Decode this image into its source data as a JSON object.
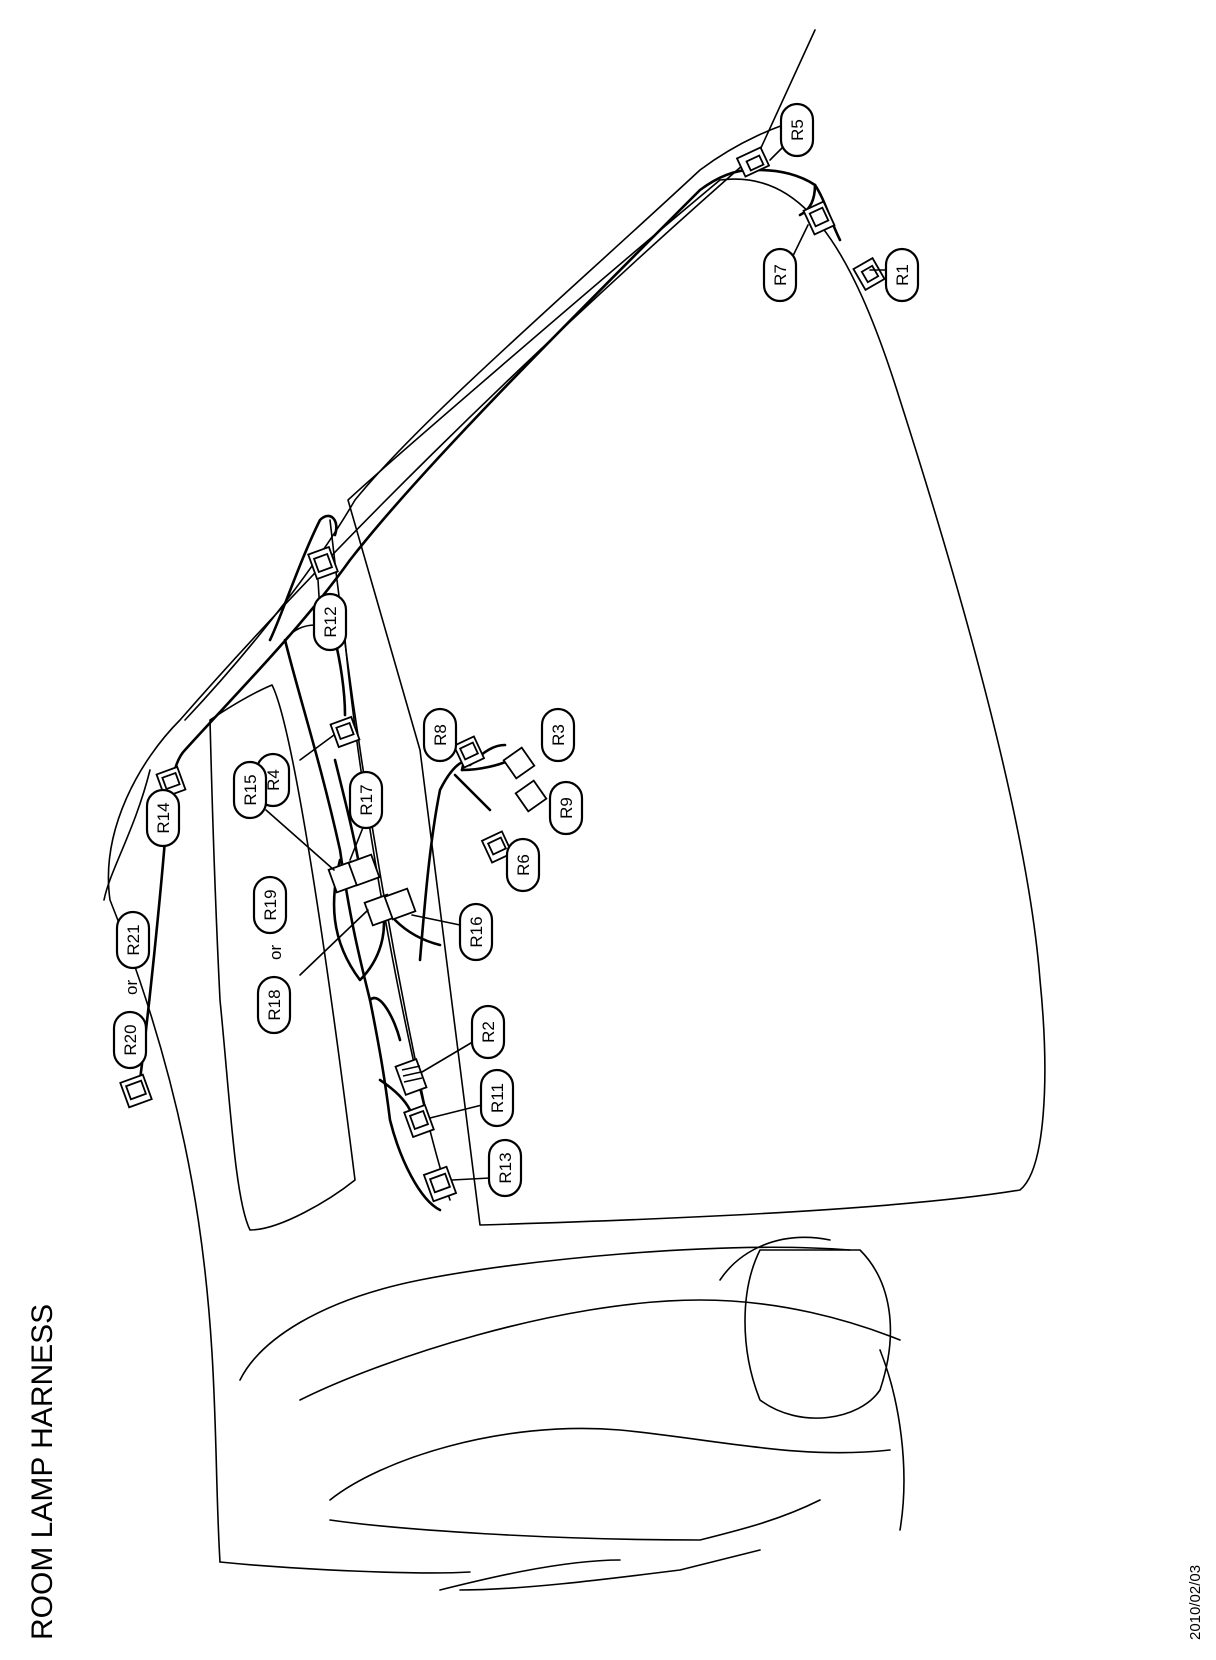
{
  "title": "ROOM LAMP HARNESS",
  "date": "2010/02/03",
  "or_word": "or",
  "labels": {
    "R1": "R1",
    "R2": "R2",
    "R3": "R3",
    "R4": "R4",
    "R5": "R5",
    "R6": "R6",
    "R7": "R7",
    "R8": "R8",
    "R9": "R9",
    "R11": "R11",
    "R12": "R12",
    "R13": "R13",
    "R14": "R14",
    "R15": "R15",
    "R16": "R16",
    "R17": "R17",
    "R18": "R18",
    "R19": "R19",
    "R20": "R20",
    "R21": "R21"
  }
}
